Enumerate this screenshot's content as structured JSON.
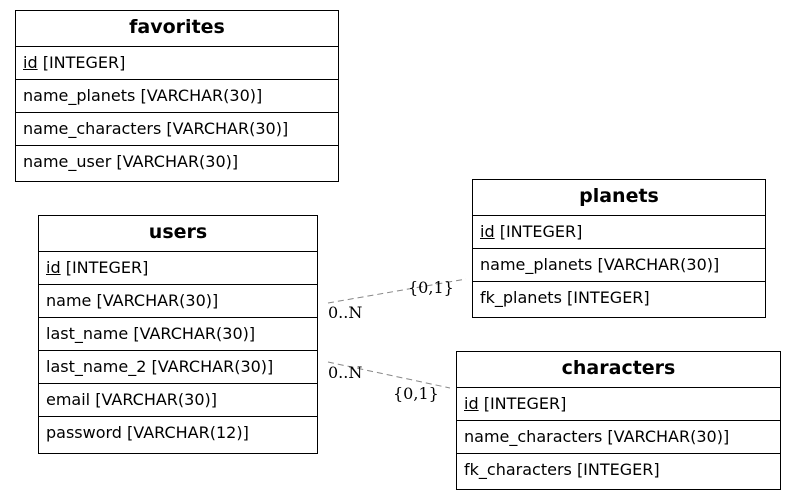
{
  "entities": {
    "favorites": {
      "title": "favorites",
      "rows": [
        {
          "pk": "id",
          "type": " [INTEGER]"
        },
        {
          "text": "name_planets [VARCHAR(30)]"
        },
        {
          "text": "name_characters [VARCHAR(30)]"
        },
        {
          "text": "name_user [VARCHAR(30)]"
        }
      ]
    },
    "users": {
      "title": "users",
      "rows": [
        {
          "pk": "id",
          "type": " [INTEGER]"
        },
        {
          "text": "name [VARCHAR(30)]"
        },
        {
          "text": "last_name [VARCHAR(30)]"
        },
        {
          "text": "last_name_2 [VARCHAR(30)]"
        },
        {
          "text": "email [VARCHAR(30)]"
        },
        {
          "text": "password [VARCHAR(12)]"
        }
      ]
    },
    "planets": {
      "title": "planets",
      "rows": [
        {
          "pk": "id",
          "type": " [INTEGER]"
        },
        {
          "text": "name_planets [VARCHAR(30)]"
        },
        {
          "text": "fk_planets [INTEGER]"
        }
      ]
    },
    "characters": {
      "title": "characters",
      "rows": [
        {
          "pk": "id",
          "type": " [INTEGER]"
        },
        {
          "text": "name_characters [VARCHAR(30)]"
        },
        {
          "text": "fk_characters [INTEGER]"
        }
      ]
    }
  },
  "relationships": [
    {
      "from": "users",
      "to": "planets",
      "from_card": "0..N",
      "to_card": "{0,1}"
    },
    {
      "from": "users",
      "to": "characters",
      "from_card": "0..N",
      "to_card": "{0,1}"
    }
  ],
  "colors": {
    "line": "#888888",
    "border": "#000000"
  }
}
